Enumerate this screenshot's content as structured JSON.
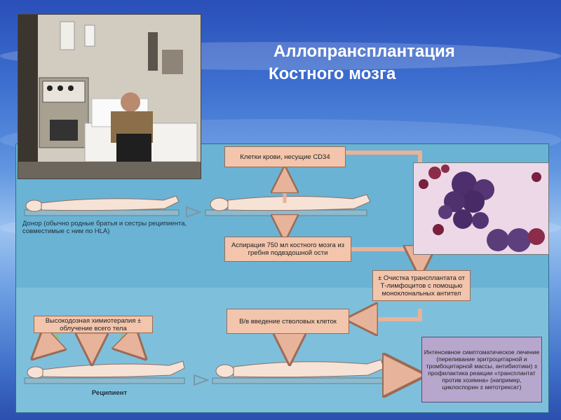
{
  "slide": {
    "title_line1": "Аллопрансплантация",
    "title_line2": "Костного мозга",
    "accent_color": "#ffffff",
    "background_color": "#3d6fd0"
  },
  "diagram": {
    "donor_label": "Донор (обычно родные братья и сестры реципиента, совместимые с ним по HLA)",
    "recipient_label": "Реципиент",
    "blood_cells_box": "Клетки крови, несущие CD34",
    "aspiration_box": "Аспирация 750 мл костного мозга из гребня подвздошной ости",
    "purification_box": "± Очистка трансплантата от Т-лимфоцитов с помощью моноклональных антител",
    "chemo_box": "Высокодозная химиотерапия ± облучение всего тела",
    "infusion_box": "В/в введение стволовых клеток",
    "treatment_box": "Интенсивное симптоматическое лечение (переливание эритроцитарной и тромбоцитарной массы, антибиотики) ± профилактика реакции «трансплантат против хозяина» (например, циклоспорин ± метотрексат)"
  }
}
